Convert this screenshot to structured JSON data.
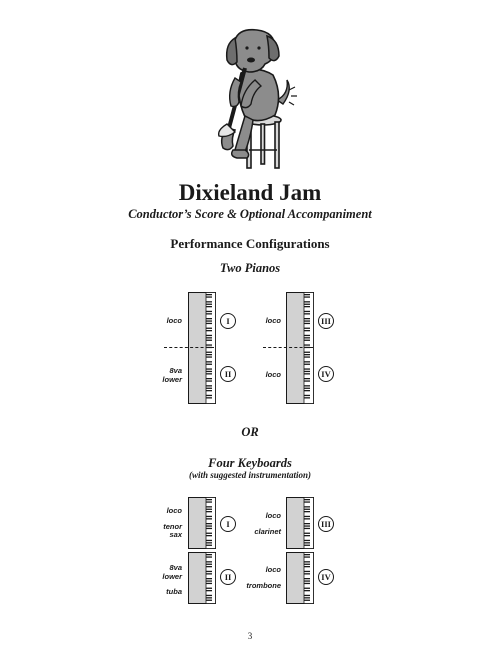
{
  "title": "Dixieland Jam",
  "subtitle": "Conductor’s Score & Optional Accompaniment",
  "section_title": "Performance Configurations",
  "two_pianos": {
    "heading": "Two Pianos",
    "pianos": [
      {
        "upper_label": "loco",
        "lower_label": [
          "8va",
          "lower"
        ],
        "upper_part": "I",
        "lower_part": "II"
      },
      {
        "upper_label": "loco",
        "lower_label": [
          "loco"
        ],
        "upper_part": "III",
        "lower_part": "IV"
      }
    ]
  },
  "or_text": "OR",
  "four_keyboards": {
    "heading": "Four Keyboards",
    "note": "(with suggested instrumentation)",
    "keyboards": [
      {
        "part": "I",
        "lines": [
          "loco",
          "tenor",
          "sax"
        ]
      },
      {
        "part": "III",
        "lines": [
          "loco",
          "clarinet"
        ]
      },
      {
        "part": "II",
        "lines": [
          "8va",
          "lower",
          "tuba"
        ]
      },
      {
        "part": "IV",
        "lines": [
          "loco",
          "trombone"
        ]
      }
    ]
  },
  "page_number": "3",
  "illustration": {
    "name": "dog-playing-clarinet-illustration"
  }
}
